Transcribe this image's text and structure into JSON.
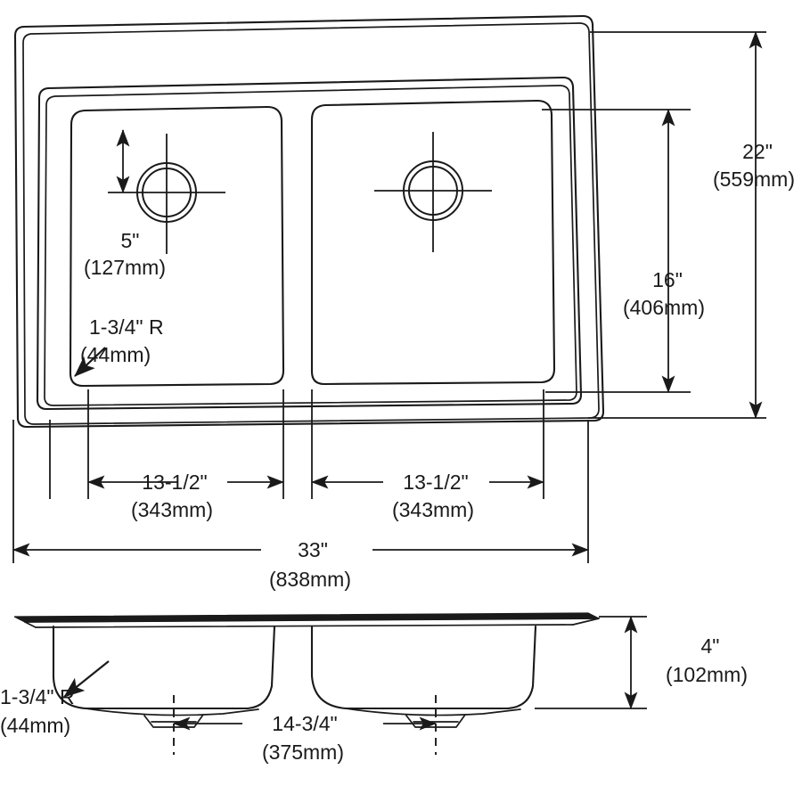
{
  "drawing": {
    "title": "Double Bowl Sink Specification Drawing",
    "views": {
      "top": {
        "name": "top-view",
        "bowls": [
          {
            "name": "left-bowl",
            "width_label": "13-1/2\"",
            "width_label_mm": "(343mm)"
          },
          {
            "name": "right-bowl",
            "width_label": "13-1/2\"",
            "width_label_mm": "(343mm)"
          }
        ]
      },
      "side": {
        "name": "side-section-view"
      }
    }
  },
  "dimensions": {
    "overall_width": {
      "imperial": "33\"",
      "metric": "(838mm)"
    },
    "overall_depth": {
      "imperial": "22\"",
      "metric": "(559mm)"
    },
    "bowl_depth_front_back": {
      "imperial": "16\"",
      "metric": "(406mm)"
    },
    "left_bowl_width": {
      "imperial": "13-1/2\"",
      "metric": "(343mm)"
    },
    "right_bowl_width": {
      "imperial": "13-1/2\"",
      "metric": "(343mm)"
    },
    "drain_offset_from_rear": {
      "imperial": "5\"",
      "metric": "(127mm)"
    },
    "corner_radius_top": {
      "imperial": "1-3/4\" R",
      "metric": "(44mm)"
    },
    "corner_radius_side": {
      "imperial": "1-3/4\" R",
      "metric": "(44mm)"
    },
    "bowl_height": {
      "imperial": "4\"",
      "metric": "(102mm)"
    },
    "drain_to_drain_spacing": {
      "imperial": "14-3/4\"",
      "metric": "(375mm)"
    }
  },
  "colors": {
    "line": "#1a1a1a",
    "background": "#ffffff"
  }
}
